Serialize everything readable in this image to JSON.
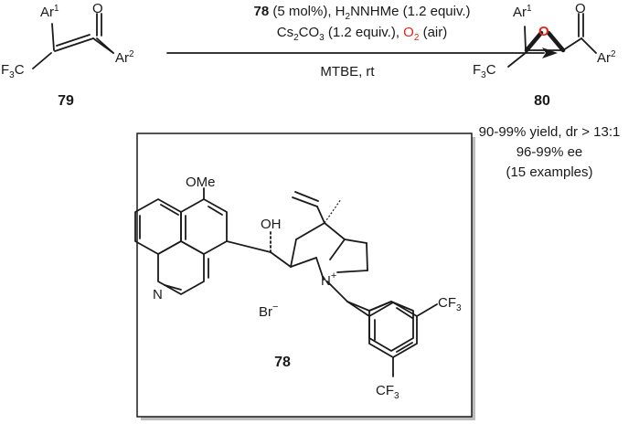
{
  "colors": {
    "ink": "#1a1a1a",
    "oxygen": "#e0261b",
    "frame_shadow": "#bdbdbd"
  },
  "reaction": {
    "catalyst_num": "78",
    "catalyst_load": " (5 mol%), H",
    "hydrazine_rest": "NNHMe (1.2 equiv.)",
    "base_main": "Cs",
    "base_sub2": "2",
    "base_co": "CO",
    "base_sub3": "3",
    "base_equiv": " (1.2 equiv.), ",
    "oxidant_O": "O",
    "oxidant_sub": "2",
    "oxidant_air": " (air)",
    "solvent": "MTBE, rt",
    "sub_2": "2"
  },
  "substrate": {
    "label": "79",
    "ar1": "Ar",
    "ar1_sup": "1",
    "ar2": "Ar",
    "ar2_sup": "2",
    "cf3_F": "F",
    "cf3_3": "3",
    "cf3_C": "C",
    "carbonyl_O": "O"
  },
  "product": {
    "label": "80",
    "ar1": "Ar",
    "ar1_sup": "1",
    "ar2": "Ar",
    "ar2_sup": "2",
    "cf3_F": "F",
    "cf3_3": "3",
    "cf3_C": "C",
    "epoxide_O": "O",
    "carbonyl_O": "O"
  },
  "results": {
    "line1": "90-99% yield, dr > 13:1",
    "line2": "96-99% ee",
    "line3": "(15 examples)"
  },
  "catalyst": {
    "label": "78",
    "ome": "OMe",
    "oh": "OH",
    "quinoline_N": "N",
    "ammonium_N": "N",
    "charge": "+",
    "counterion": "Br",
    "counterion_charge": "−",
    "cf3_top_C": "CF",
    "cf3_top_3": "3",
    "cf3_bot_C": "CF",
    "cf3_bot_3": "3"
  }
}
